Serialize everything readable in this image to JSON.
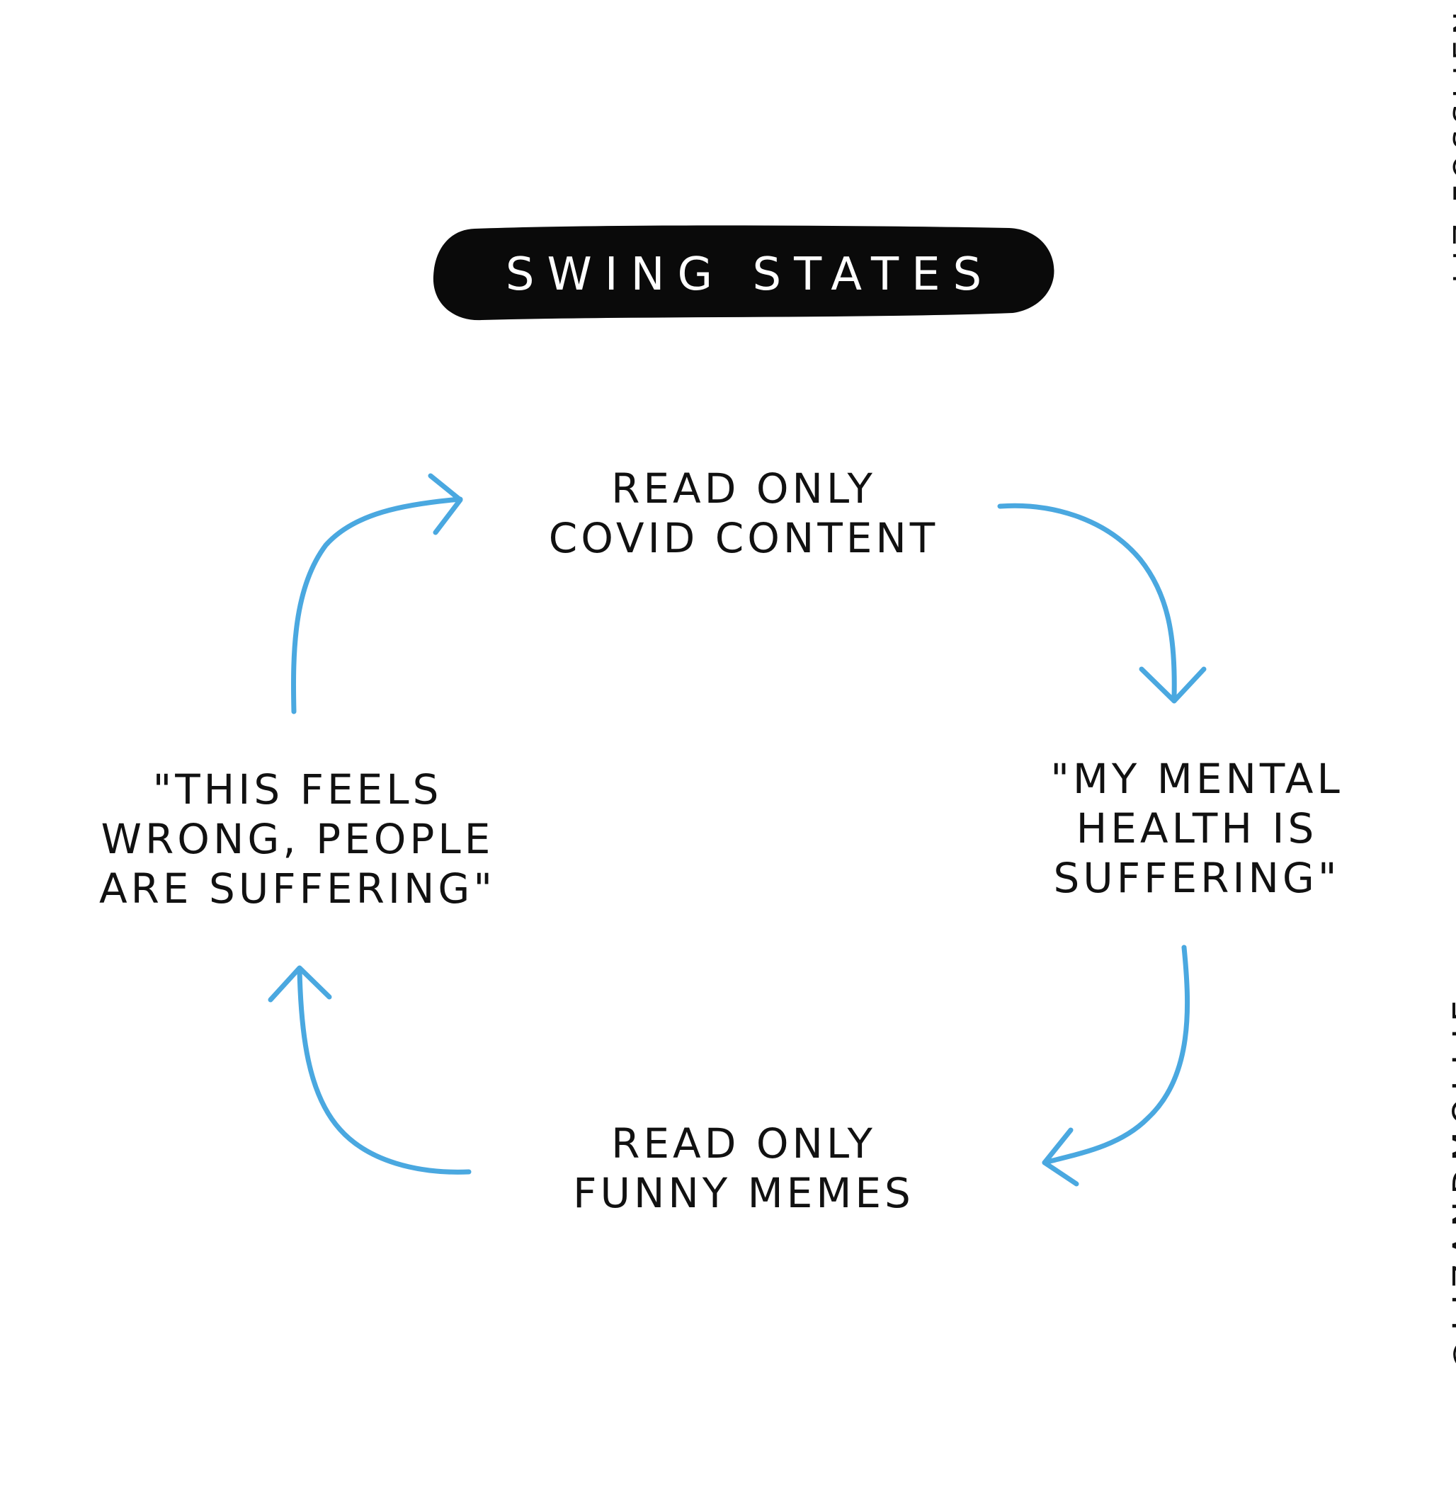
{
  "title": "SWING STATES",
  "nodes": {
    "top": {
      "line1": "READ ONLY",
      "line2": "COVID CONTENT"
    },
    "right": {
      "line1": "\"MY MENTAL",
      "line2": "HEALTH IS",
      "line3": "SUFFERING\""
    },
    "bottom": {
      "line1": "READ ONLY",
      "line2": "FUNNY MEMES"
    },
    "left": {
      "line1": "\"THIS FEELS",
      "line2": "WRONG, PEOPLE",
      "line3": "ARE SUFFERING\""
    }
  },
  "credits": {
    "name": "LIZ FOSSLIEN",
    "handle": "@LIZANDMOLLIE"
  },
  "colors": {
    "arrow": "#4aa8e0",
    "title_bg": "#0a0a0a",
    "title_text": "#ffffff",
    "text": "#111111"
  },
  "arrow_icons": [
    "arrow-top-to-right",
    "arrow-right-to-bottom",
    "arrow-bottom-to-left",
    "arrow-left-to-top"
  ]
}
